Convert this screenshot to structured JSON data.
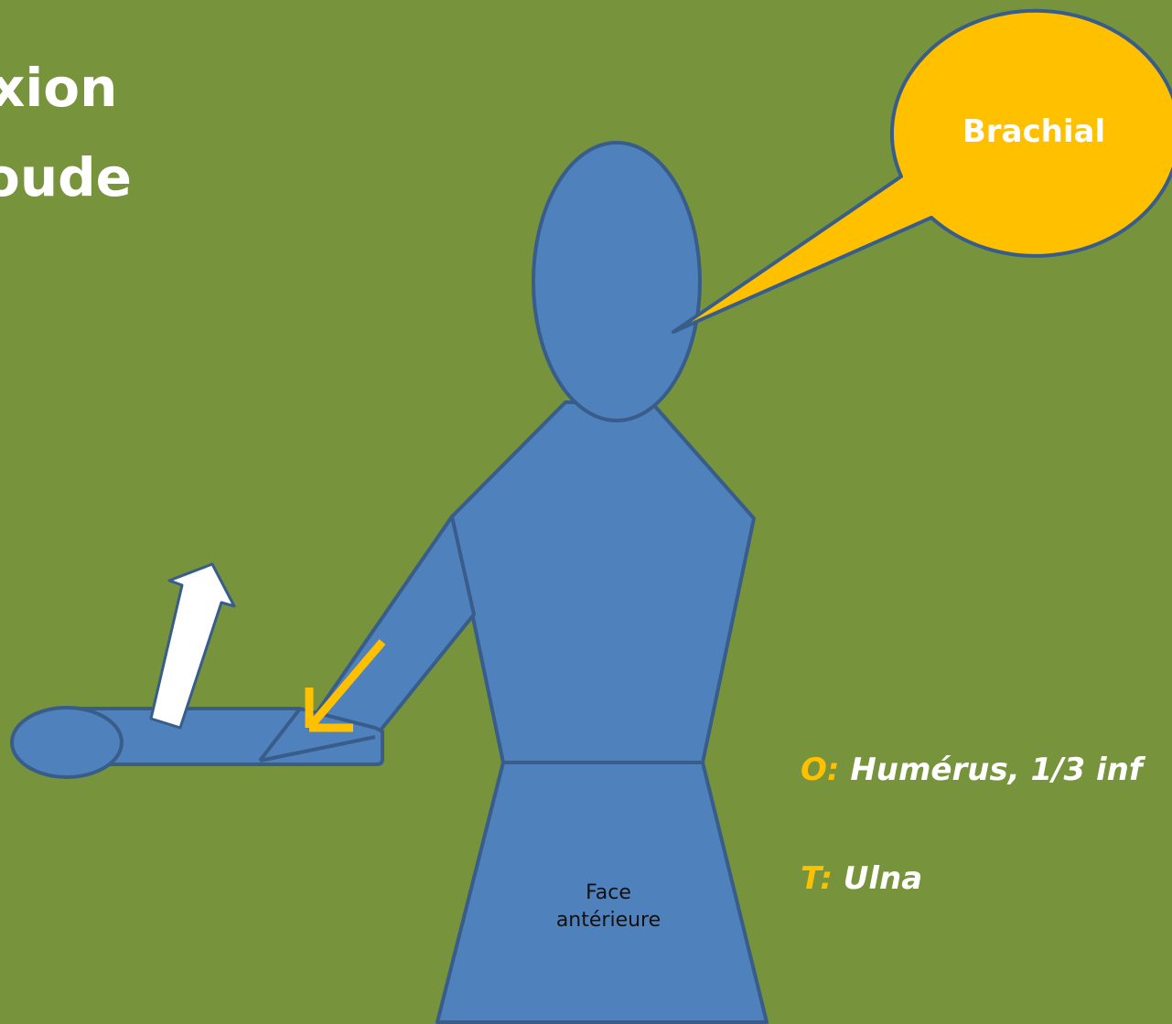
{
  "colors": {
    "background": "#77933c",
    "body_fill": "#4f81bd",
    "body_stroke": "#385d8a",
    "accent": "#ffc000",
    "arrow_white": "#ffffff"
  },
  "title": {
    "line1": "xion",
    "line2": "oude"
  },
  "callout": {
    "muscle": "Brachial"
  },
  "figure": {
    "label_line1": "Face",
    "label_line2": "antérieure"
  },
  "info": {
    "origin_key": "O:",
    "origin_text": " Humérus, 1/3 inf",
    "insertion_key": "T:",
    "insertion_text": " Ulna"
  }
}
